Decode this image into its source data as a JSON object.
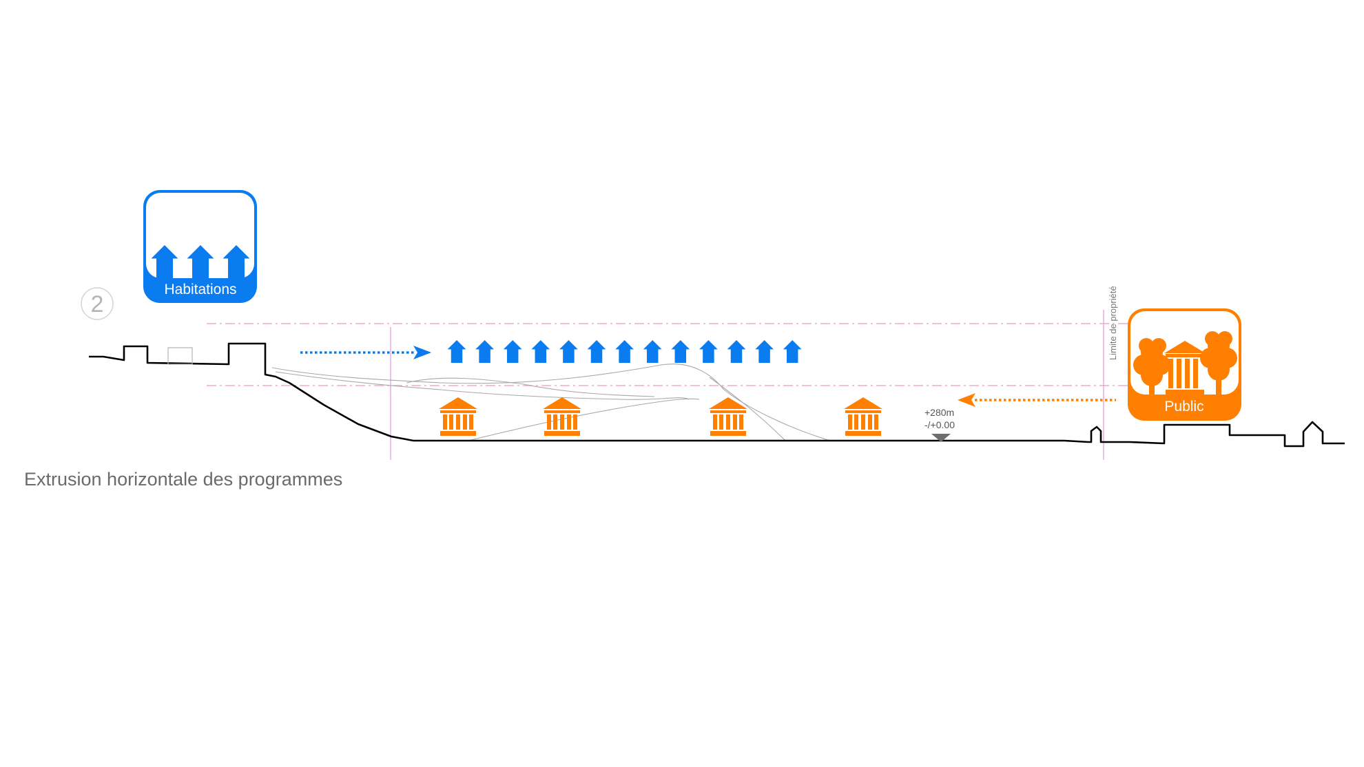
{
  "step_number": "2",
  "caption": "Extrusion horizontale des programmes",
  "habitations_card": {
    "label": "Habitations",
    "color": "#0a7cf0",
    "house_icon_count": 3
  },
  "public_card": {
    "label": "Public",
    "color": "#ff7f00"
  },
  "housing_row": {
    "icon": "house-icon",
    "count": 13,
    "color": "#0a7cf0"
  },
  "public_row": {
    "icon": "building-icon",
    "count": 4,
    "color": "#ff7f00"
  },
  "elevation": {
    "line1": "+280m",
    "line2": "-/+0.00"
  },
  "property_limit_label": "Limite de propriété",
  "colors": {
    "guide_lines": "#f4a7c8",
    "ground": "#000000",
    "terrain": "#9a9a9a",
    "text_gray": "#6a6a6a",
    "marker": "#6e6e6e"
  }
}
